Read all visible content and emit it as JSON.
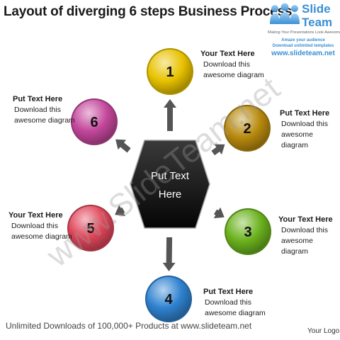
{
  "title": "Layout of diverging 6 steps Business Process",
  "logo": {
    "name_line1": "Slide",
    "name_line2": "Team",
    "tagline": "Making Your Presentations Look Awesome",
    "promo_line1": "Amaze your audience",
    "promo_line2": "Download unlimited templates",
    "url": "www.slideteam.net"
  },
  "center": {
    "line1": "Put Text",
    "line2": "Here"
  },
  "steps": [
    {
      "number": "1",
      "heading": "Your Text Here",
      "line1": "Download this",
      "line2": "awesome diagram",
      "color": "#e8c200"
    },
    {
      "number": "2",
      "heading": "Put Text Here",
      "line1": "Download this",
      "line2": "awesome diagram",
      "color": "#b88a0e"
    },
    {
      "number": "3",
      "heading": "Your Text Here",
      "line1": "Download this",
      "line2": "awesome diagram",
      "color": "#6bb21e"
    },
    {
      "number": "4",
      "heading": "Put Text Here",
      "line1": "Download this",
      "line2": "awesome diagram",
      "color": "#2f82d0"
    },
    {
      "number": "5",
      "heading": "Your Text Here",
      "line1": "Download this",
      "line2": "awesome diagram",
      "color": "#e0465a"
    },
    {
      "number": "6",
      "heading": "Put Text Here",
      "line1": "Download this",
      "line2": "awesome diagram",
      "color": "#c4479c"
    }
  ],
  "watermark": "www.SlideTeam.net",
  "footer": "Unlimited Downloads of 100,000+ Products at www.slideteam.net",
  "your_logo": "Your Logo"
}
